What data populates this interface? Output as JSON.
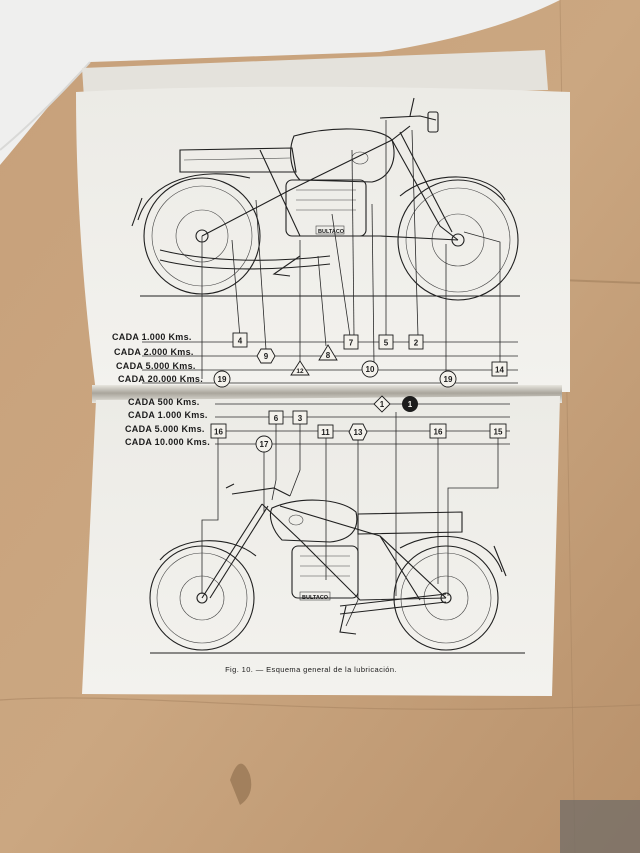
{
  "top_page": {
    "intervals": [
      {
        "label": "CADA 1.000 Kms."
      },
      {
        "label": "CADA 2.000 Kms."
      },
      {
        "label": "CADA 5.000 Kms."
      },
      {
        "label": "CADA 20.000 Kms."
      }
    ],
    "markers": [
      {
        "text": "4",
        "shape": "square"
      },
      {
        "text": "9",
        "shape": "hexagon"
      },
      {
        "text": "12",
        "shape": "triangle"
      },
      {
        "text": "8",
        "shape": "triangle"
      },
      {
        "text": "7",
        "shape": "square"
      },
      {
        "text": "5",
        "shape": "square"
      },
      {
        "text": "2",
        "shape": "square"
      },
      {
        "text": "10",
        "shape": "circle"
      },
      {
        "text": "14",
        "shape": "square"
      },
      {
        "text": "19",
        "shape": "circle"
      },
      {
        "text": "19",
        "shape": "circle"
      }
    ],
    "logo_text": "BULTACO"
  },
  "bottom_page": {
    "intervals": [
      {
        "label": "CADA 500 Kms."
      },
      {
        "label": "CADA 1.000 Kms."
      },
      {
        "label": "CADA 5.000 Kms."
      },
      {
        "label": "CADA 10.000 Kms."
      }
    ],
    "markers": [
      {
        "text": "1",
        "shape": "diamond"
      },
      {
        "text": "1",
        "shape": "filled-circle"
      },
      {
        "text": "6",
        "shape": "square"
      },
      {
        "text": "3",
        "shape": "square"
      },
      {
        "text": "16",
        "shape": "square"
      },
      {
        "text": "17",
        "shape": "circle"
      },
      {
        "text": "11",
        "shape": "square"
      },
      {
        "text": "13",
        "shape": "hexagon"
      },
      {
        "text": "16",
        "shape": "square"
      },
      {
        "text": "15",
        "shape": "square"
      }
    ],
    "caption": "Fig. 10. — Esquema general de la lubricación.",
    "logo_text": "BULTACO"
  }
}
